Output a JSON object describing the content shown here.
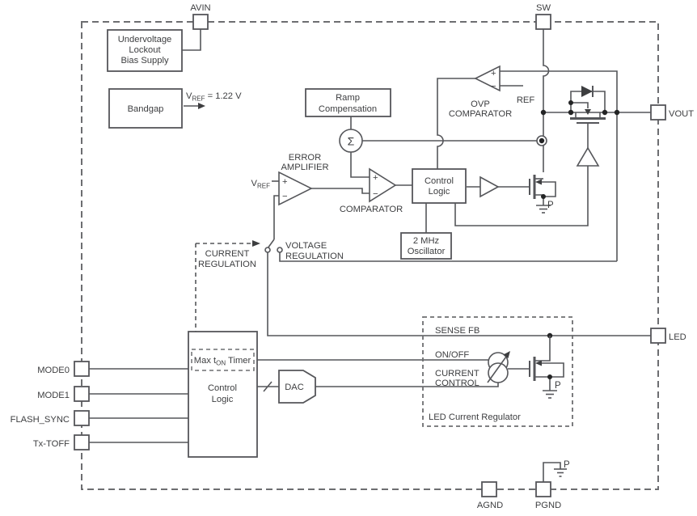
{
  "diagram": {
    "colors": {
      "line": "#55565a",
      "boundary": "#6d6e71",
      "text": "#3d3e40",
      "dot": "#232425",
      "background": "#ffffff"
    },
    "pins": {
      "avin": "AVIN",
      "sw": "SW",
      "vout": "VOUT",
      "led": "LED",
      "agnd": "AGND",
      "pgnd": "PGND",
      "mode0": "MODE0",
      "mode1": "MODE1",
      "flash_sync": "FLASH_SYNC",
      "tx_toff": "Tx-TOFF"
    },
    "blocks": {
      "uvlo": [
        "Undervoltage",
        "Lockout",
        "Bias Supply"
      ],
      "bandgap": "Bandgap",
      "ramp": [
        "Ramp",
        "Compensation"
      ],
      "control_logic_top": [
        "Control",
        "Logic"
      ],
      "oscillator": [
        "2 MHz",
        "Oscillator"
      ],
      "control_logic_bottom": [
        "Control",
        "Logic"
      ],
      "max_ton": {
        "pre": "Max t",
        "sub": "ON",
        "post": " Timer"
      },
      "dac": "DAC"
    },
    "labels": {
      "vref_out": {
        "v": "V",
        "sub": "REF",
        "rest": " = 1.22 V"
      },
      "vref_in": {
        "v": "V",
        "sub": "REF"
      },
      "error_amplifier": [
        "ERROR",
        "AMPLIFIER"
      ],
      "comparator": "COMPARATOR",
      "ovp_comparator": [
        "OVP",
        "COMPARATOR"
      ],
      "ref": "REF",
      "sigma": "Σ",
      "current_regulation": [
        "CURRENT",
        "REGULATION"
      ],
      "voltage_regulation": [
        "VOLTAGE",
        "REGULATION"
      ],
      "sense_fb": "SENSE FB",
      "on_off": "ON/OFF",
      "current_control": [
        "CURRENT",
        "CONTROL"
      ],
      "led_current_regulator": "LED Current Regulator",
      "p_ground": "P",
      "plus": "+",
      "minus": "−"
    }
  }
}
